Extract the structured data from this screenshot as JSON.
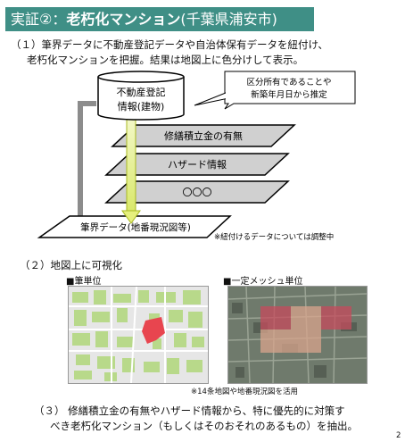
{
  "header": {
    "prefix": "実証②：",
    "bold_title": "老朽化マンション",
    "location": "(千葉県浦安市)"
  },
  "section1": {
    "line1": "（１）筆界データに不動産登記データや自治体保有データを紐付け、",
    "line2": "老朽化マンションを把握。結果は地図上に色分けして表示。"
  },
  "diagram": {
    "cylinder_line1": "不動産登記",
    "cylinder_line2": "情報(建物)",
    "callout_line1": "区分所有であることや",
    "callout_line2": "新築年月日から推定",
    "layer1": "修繕積立金の有無",
    "layer2": "ハザード情報",
    "layer3": "〇〇〇",
    "layer4": "筆界データ(地番現況図等)",
    "note": "※紐付けるデータについては調整中"
  },
  "section2": {
    "title": "（２）地図上に可視化",
    "map1_label": "■筆単位",
    "map2_label": "■一定メッシュ単位",
    "map_note": "※14条地図や地番現況図を活用"
  },
  "section3": {
    "line1": "（３） 修繕積立金の有無やハザード情報から、特に優先的に対策す",
    "line2": "べき老朽化マンション（もしくはそのおそれのあるもの）を抽出。"
  },
  "page_number": "2"
}
